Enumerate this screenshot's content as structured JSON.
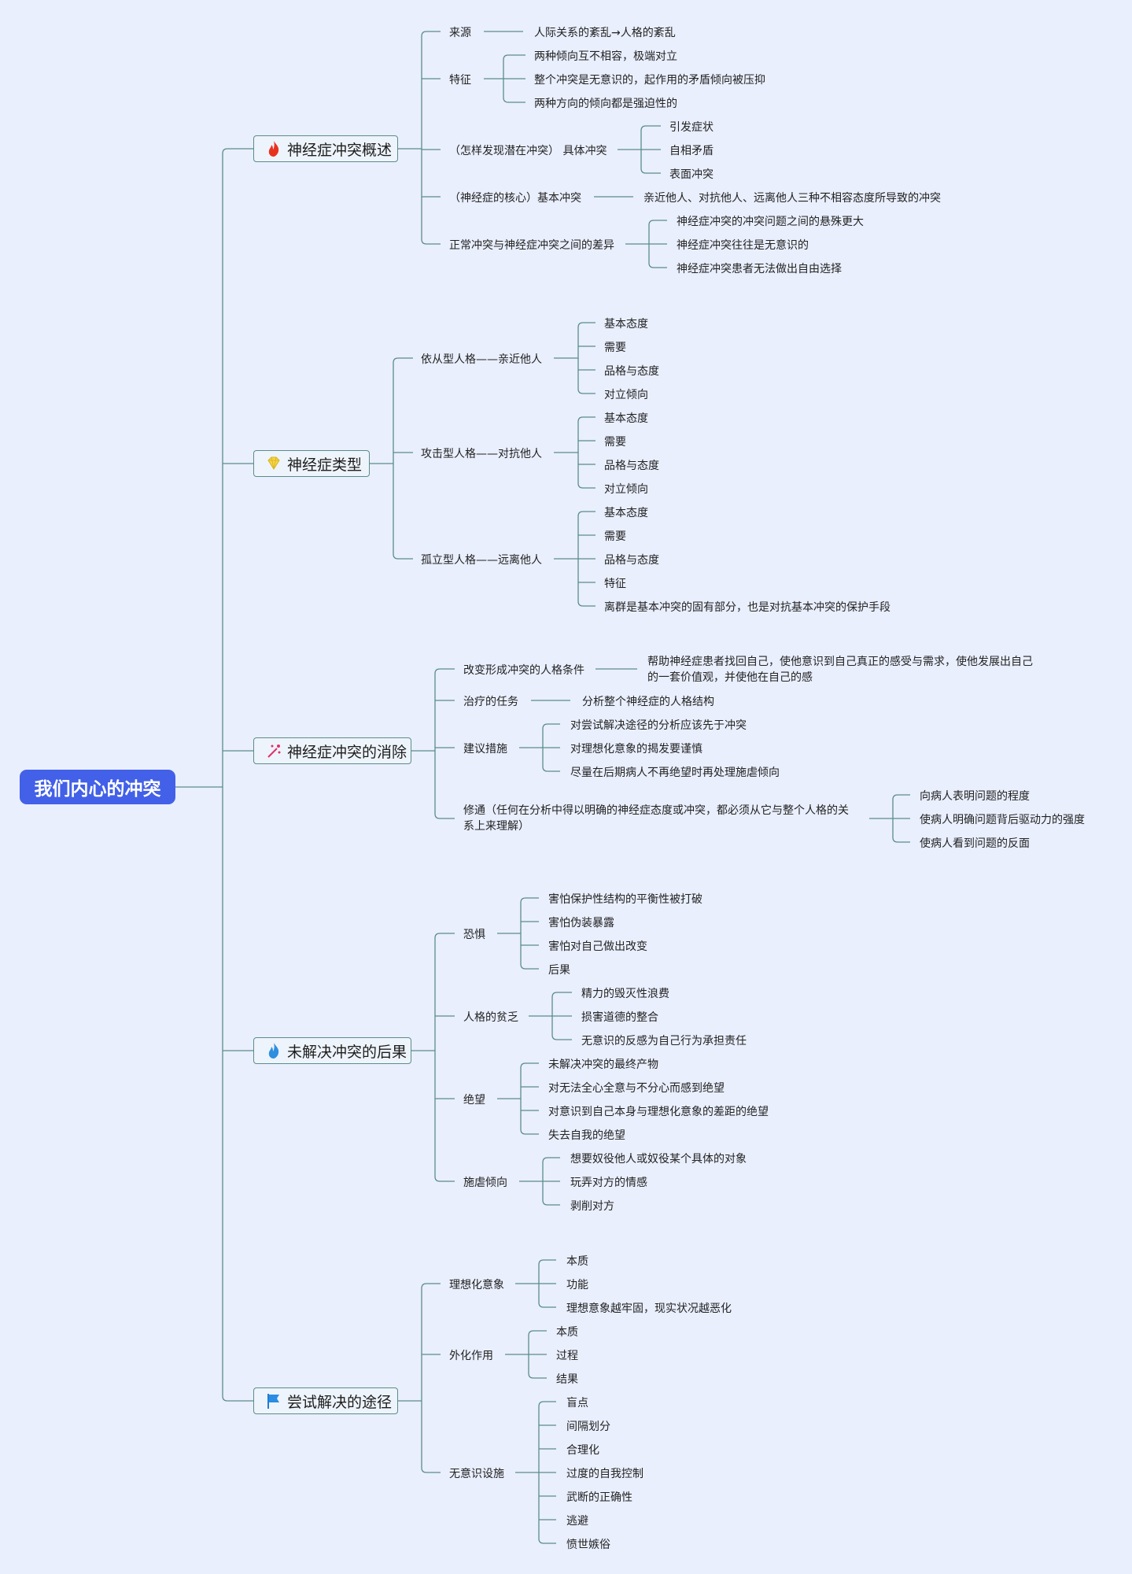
{
  "root": "我们内心的冲突",
  "colors": {
    "background": "#e9effd",
    "root": "#4260e8",
    "line": "#5b8c8c"
  },
  "branches": [
    {
      "label": "神经症冲突概述",
      "icon": "fire-icon",
      "children": [
        {
          "label": "来源",
          "children": [
            "人际关系的紊乱→人格的紊乱"
          ]
        },
        {
          "label": "特征",
          "children": [
            "两种倾向互不相容，极端对立",
            "整个冲突是无意识的，起作用的矛盾倾向被压抑",
            "两种方向的倾向都是强迫性的"
          ]
        },
        {
          "label": "（怎样发现潜在冲突） 具体冲突",
          "children": [
            "引发症状",
            "自相矛盾",
            "表面冲突"
          ]
        },
        {
          "label": "（神经症的核心）基本冲突",
          "children": [
            "亲近他人、对抗他人、远离他人三种不相容态度所导致的冲突"
          ]
        },
        {
          "label": "正常冲突与神经症冲突之间的差异",
          "children": [
            "神经症冲突的冲突问题之间的悬殊更大",
            "神经症冲突往往是无意识的",
            "神经症冲突患者无法做出自由选择"
          ]
        }
      ]
    },
    {
      "label": "神经症类型",
      "icon": "gem-icon",
      "children": [
        {
          "label": "依从型人格——亲近他人",
          "children": [
            "基本态度",
            "需要",
            "品格与态度",
            "对立倾向"
          ]
        },
        {
          "label": "攻击型人格——对抗他人",
          "children": [
            "基本态度",
            "需要",
            "品格与态度",
            "对立倾向"
          ]
        },
        {
          "label": "孤立型人格——远离他人",
          "children": [
            "基本态度",
            "需要",
            "品格与态度",
            "特征",
            "离群是基本冲突的固有部分，也是对抗基本冲突的保护手段"
          ]
        }
      ]
    },
    {
      "label": "神经症冲突的消除",
      "icon": "sparkle-icon",
      "children": [
        {
          "label": "改变形成冲突的人格条件",
          "children": [
            "帮助神经症患者找回自己，使他意识到自己真正的感受与需求，使他发展出自己的一套价值观，并使他在自己的感"
          ]
        },
        {
          "label": "治疗的任务",
          "children": [
            "分析整个神经症的人格结构"
          ]
        },
        {
          "label": "建议措施",
          "children": [
            "对尝试解决途径的分析应该先于冲突",
            "对理想化意象的揭发要谨慎",
            "尽量在后期病人不再绝望时再处理施虐倾向"
          ]
        },
        {
          "label": "修通（任何在分析中得以明确的神经症态度或冲突，都必须从它与整个人格的关系上来理解）",
          "children": [
            "向病人表明问题的程度",
            "使病人明确问题背后驱动力的强度",
            "使病人看到问题的反面"
          ]
        }
      ]
    },
    {
      "label": "未解决冲突的后果",
      "icon": "flame-icon",
      "children": [
        {
          "label": "恐惧",
          "children": [
            "害怕保护性结构的平衡性被打破",
            "害怕伪装暴露",
            "害怕对自己做出改变",
            "后果"
          ]
        },
        {
          "label": "人格的贫乏",
          "children": [
            "精力的毁灭性浪费",
            "损害道德的整合",
            "无意识的反感为自己行为承担责任"
          ]
        },
        {
          "label": "绝望",
          "children": [
            "未解决冲突的最终产物",
            "对无法全心全意与不分心而感到绝望",
            "对意识到自己本身与理想化意象的差距的绝望",
            "失去自我的绝望"
          ]
        },
        {
          "label": "施虐倾向",
          "children": [
            "想要奴役他人或奴役某个具体的对象",
            "玩弄对方的情感",
            "剥削对方"
          ]
        }
      ]
    },
    {
      "label": "尝试解决的途径",
      "icon": "flag-icon",
      "children": [
        {
          "label": "理想化意象",
          "children": [
            "本质",
            "功能",
            "理想意象越牢固，现实状况越恶化"
          ]
        },
        {
          "label": "外化作用",
          "children": [
            "本质",
            "过程",
            "结果"
          ]
        },
        {
          "label": "无意识设施",
          "children": [
            "盲点",
            "间隔划分",
            "合理化",
            "过度的自我控制",
            "武断的正确性",
            "逃避",
            "愤世嫉俗"
          ]
        }
      ]
    }
  ]
}
